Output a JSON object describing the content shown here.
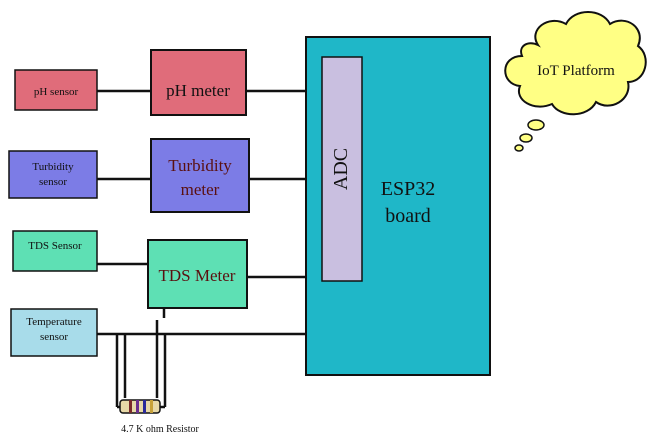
{
  "sensors": {
    "ph": "pH sensor",
    "turbidity_line1": "Turbidity",
    "turbidity_line2": "sensor",
    "tds": "TDS Sensor",
    "temperature_line1": "Temperature",
    "temperature_line2": "sensor"
  },
  "meters": {
    "ph": "pH meter",
    "turbidity_line1": "Turbidity",
    "turbidity_line2": "meter",
    "tds": "TDS Meter"
  },
  "board": {
    "adc": "ADC",
    "name_line1": "ESP32",
    "name_line2": "board"
  },
  "cloud": {
    "label": "IoT Platform"
  },
  "resistor": {
    "label": "4.7 K ohm Resistor"
  },
  "colors": {
    "ph": "#e06c7a",
    "turbidity": "#7c7ce6",
    "tds": "#5ee0b4",
    "temperature": "#a8dcea",
    "board": "#1fb7c8",
    "adc": "#c9bfe0",
    "cloud": "#ffff84"
  }
}
